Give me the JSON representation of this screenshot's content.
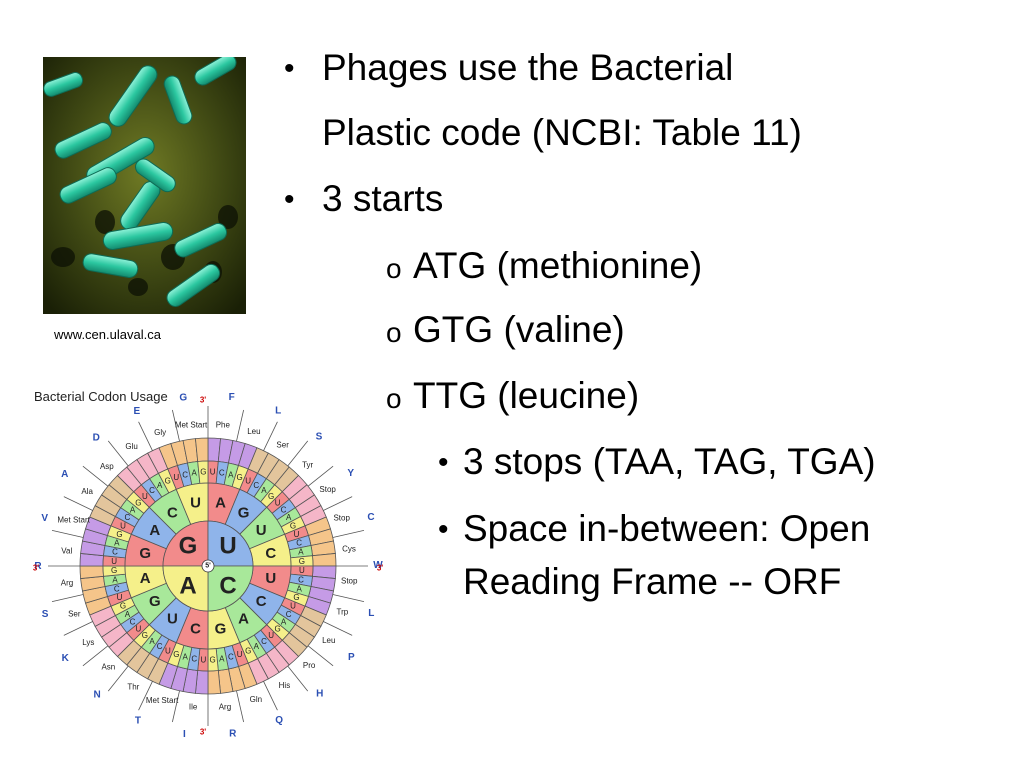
{
  "photo": {
    "credit": "www.cen.ulaval.ca"
  },
  "wheel": {
    "title": "Bacterial Codon Usage",
    "center": "5'",
    "top_label": "3'",
    "left_label": "3'",
    "right_label": "3'",
    "bottom_label": "3'",
    "inner": [
      "U",
      "C",
      "A",
      "G"
    ],
    "middle": [
      "A",
      "G",
      "U",
      "C",
      "U",
      "C",
      "A",
      "G",
      "C",
      "U",
      "G",
      "A",
      "G",
      "A",
      "C",
      "U"
    ],
    "aa_names": [
      "Phe",
      "Leu",
      "Ser",
      "Tyr",
      "Stop",
      "Stop",
      "Cys",
      "Stop",
      "Trp",
      "Leu",
      "Pro",
      "His",
      "Gln",
      "Arg",
      "Ile",
      "Met Start",
      "Thr",
      "Asn",
      "Lys",
      "Ser",
      "Arg",
      "Val",
      "Met Start",
      "Ala",
      "Asp",
      "Glu",
      "Gly",
      "Met Start"
    ],
    "aa_letters": [
      "F",
      "L",
      "S",
      "Y",
      "C",
      "W",
      "L",
      "P",
      "H",
      "Q",
      "R",
      "I",
      "T",
      "N",
      "K",
      "S",
      "R",
      "V",
      "A",
      "D",
      "E",
      "G"
    ]
  },
  "bullets": {
    "b1_line1": "Phages use the Bacterial",
    "b1_line2": "Plastic code (NCBI:  Table 11)",
    "b2": "3 starts",
    "s1": "ATG   (methionine)",
    "s2": "GTG  (valine)",
    "s3": "TTG   (leucine)",
    "t1": "3 stops (TAA, TAG, TGA)",
    "t2_line1": "Space in-between:  Open",
    "t2_line2": "Reading Frame -- ORF",
    "bullet_glyph": "•",
    "sub_glyph": "o"
  },
  "colors": {
    "u": "#f28b8b",
    "c": "#8fb4ea",
    "a": "#a8e89a",
    "g": "#f5f08a",
    "purple": "#c59be6",
    "tan": "#e3c59c",
    "pink": "#f5b6c8",
    "orange": "#f5c58a"
  }
}
